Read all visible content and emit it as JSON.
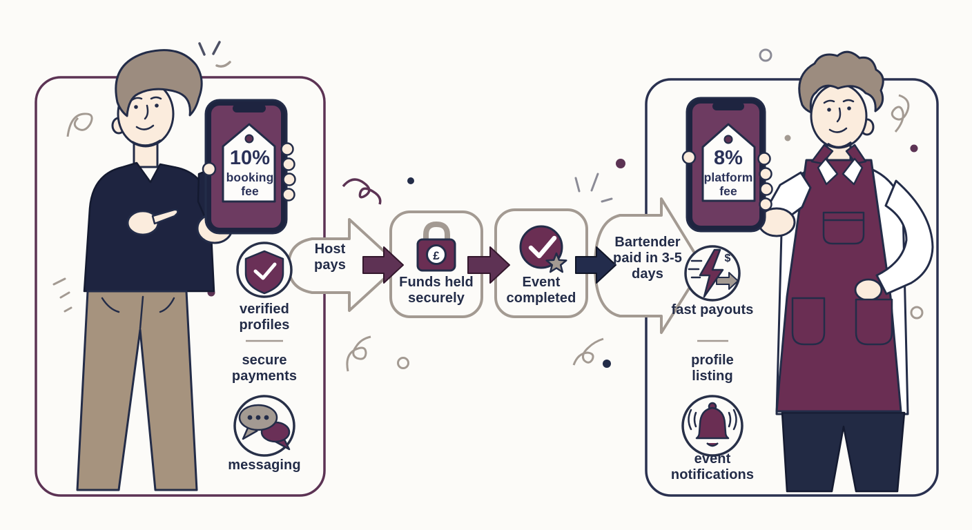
{
  "left_panel": {
    "phone_tag": {
      "percent": "10%",
      "line1": "booking",
      "line2": "fee"
    },
    "features": [
      {
        "icon": "shield-check",
        "label": "verified profiles"
      },
      {
        "icon": "none",
        "label": "secure payments"
      },
      {
        "icon": "chat-bubbles",
        "label": "messaging"
      }
    ]
  },
  "flow": {
    "step1": "Host pays",
    "step2": "Funds held securely",
    "step3": "Event completed",
    "step4": "Bartender paid in 3-5 days"
  },
  "right_panel": {
    "phone_tag": {
      "percent": "8%",
      "line1": "platform",
      "line2": "fee"
    },
    "features": [
      {
        "icon": "lightning-payout",
        "label": "fast payouts"
      },
      {
        "icon": "none",
        "label": "profile listing"
      },
      {
        "icon": "bell",
        "label": "event notifications"
      }
    ]
  },
  "icons": {
    "lock_currency": "£",
    "payout_currency": "$"
  },
  "colors": {
    "plum": "#5e3254",
    "navy": "#232c48",
    "tan": "#a39a92",
    "screen_plum": "#6d3b61",
    "apron_plum": "#6a2e53",
    "khaki": "#a6937e",
    "hair_taupe": "#9c8c7f",
    "background": "#fcfbf8"
  }
}
